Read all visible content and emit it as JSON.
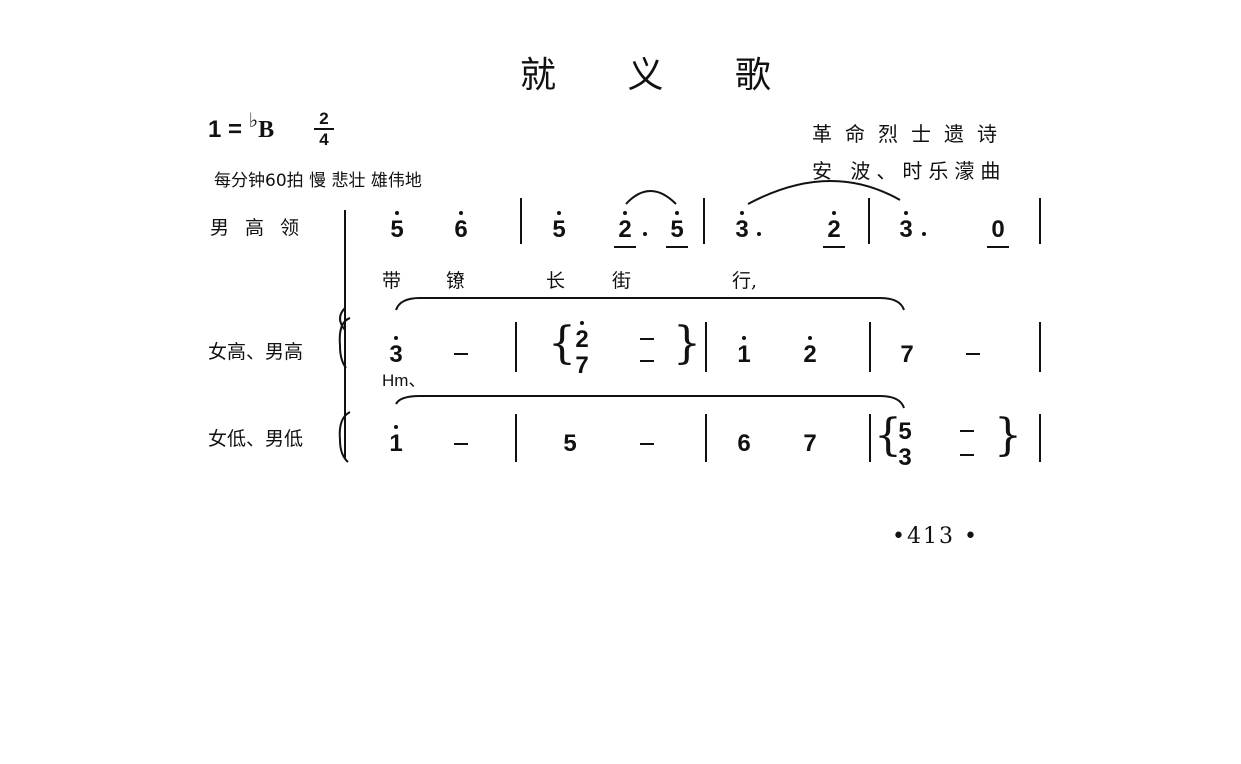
{
  "title": "就 义 歌",
  "key": {
    "prefix": "1 =",
    "flat": "♭",
    "note": "B",
    "time_top": "2",
    "time_bottom": "4"
  },
  "tempo": "每分钟60拍  慢  悲壮  雄伟地",
  "credits": {
    "lyricist": "革命烈士遗诗",
    "composer": "安 波、时乐濛曲"
  },
  "parts": [
    "男高领",
    "女高、男高",
    "女低、男低"
  ],
  "staff1": {
    "notes": [
      "5",
      "6",
      "5",
      "2",
      "5",
      "3",
      "2",
      "3",
      "0"
    ]
  },
  "staff2": {
    "notes": [
      "3",
      "2",
      "7",
      "1",
      "2",
      "7"
    ],
    "hm": "Hm、"
  },
  "staff3": {
    "notes": [
      "1",
      "5",
      "6",
      "7",
      "5",
      "3"
    ]
  },
  "lyrics": [
    "带",
    "镣",
    "长",
    "街",
    "行,"
  ],
  "page_number": "•413 •"
}
